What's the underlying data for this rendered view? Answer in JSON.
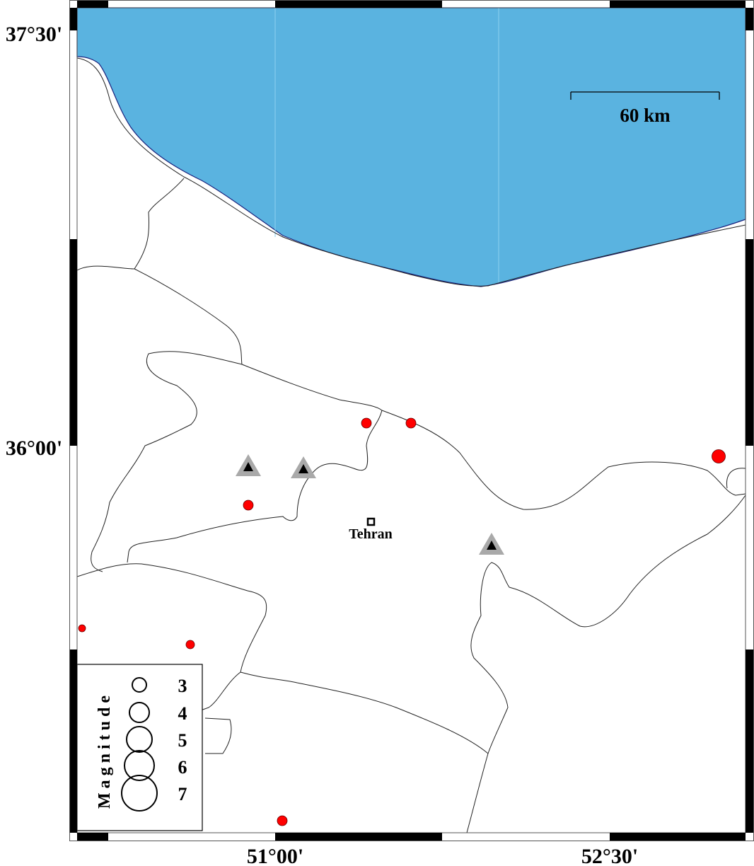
{
  "map": {
    "colors": {
      "sea": "#5ab3e0",
      "event": "#ff0000",
      "station": "#000000",
      "station_halo": "#a9a9a9"
    },
    "lat_labels": [
      "37°30'",
      "36°00'"
    ],
    "lon_labels": [
      "51°00'",
      "52°30'"
    ],
    "scale_bar": {
      "label": "60 km"
    },
    "city": {
      "name": "Tehran"
    },
    "legend": {
      "title": "Magnitude",
      "magnitudes": [
        "3",
        "4",
        "5",
        "6",
        "7"
      ]
    }
  }
}
